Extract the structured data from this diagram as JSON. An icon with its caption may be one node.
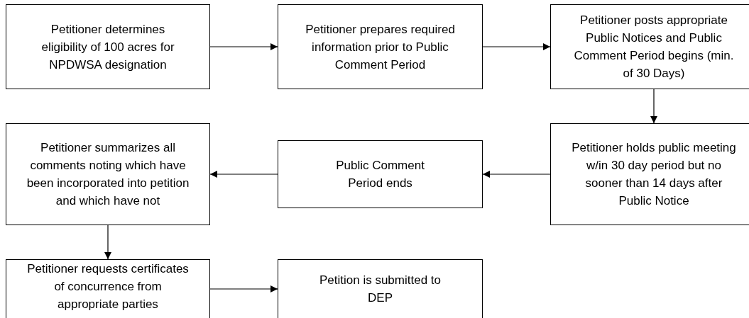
{
  "diagram": {
    "nodes": [
      {
        "text": [
          "Petitioner determines eligibility of 100 acres for NPDWSA designation"
        ]
      },
      {
        "text": [
          "Petitioner prepares required information prior to Public Comment Period"
        ]
      },
      {
        "text": [
          "Petitioner posts appropriate Public Notices and Public Comment Period begins (min. of 30 Days)"
        ]
      },
      {
        "text": [
          "Petitioner holds public meeting w/in 30 day period but no sooner than 14 days after Public Notice"
        ]
      },
      {
        "text": [
          "Public Comment Period ends"
        ]
      },
      {
        "text": [
          "Petitioner summarizes all comments noting which have been incorporated into petition and which have not"
        ]
      },
      {
        "text": [
          "Petitioner requests certificates of concurrence from appropriate parties"
        ]
      },
      {
        "text": [
          "Petition is submitted to DEP"
        ]
      }
    ],
    "edges": [
      {
        "from": 0,
        "to": 1,
        "arrow": "to"
      },
      {
        "from": 1,
        "to": 2,
        "arrow": "to"
      },
      {
        "from": 2,
        "to": 3,
        "arrow": "to"
      },
      {
        "from": 3,
        "to": 4,
        "arrow": "to"
      },
      {
        "from": 4,
        "to": 5,
        "arrow": "to"
      },
      {
        "from": 5,
        "to": 6,
        "arrow": "to"
      },
      {
        "from": 6,
        "to": 7,
        "arrow": "to"
      }
    ]
  }
}
